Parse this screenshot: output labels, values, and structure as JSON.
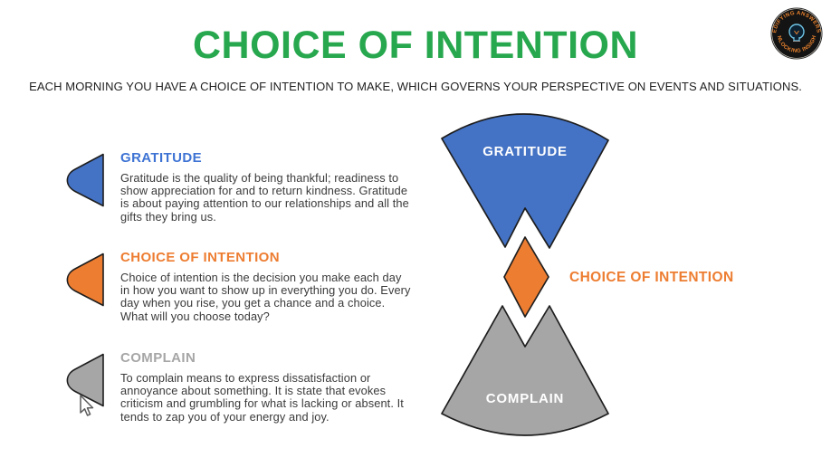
{
  "title": "CHOICE OF INTENTION",
  "subtitle": "EACH MORNING YOU HAVE A CHOICE OF INTENTION TO MAKE, WHICH GOVERNS YOUR PERSPECTIVE ON EVENTS AND SITUATIONS.",
  "colors": {
    "title_green": "#27A74E",
    "title_outline": "#1a1a1a",
    "blue": "#4472C4",
    "blue_heading": "#3E73D4",
    "orange": "#ED7D31",
    "orange_heading": "#ED7D31",
    "gray": "#A6A6A6",
    "gray_heading": "#A6A6A6",
    "body_text": "#3a3a3a",
    "shape_outline": "#1e1e1e",
    "diagram_label_white": "#FFFFFF",
    "logo_text_orange": "#E8822E"
  },
  "sections": [
    {
      "label": "GRATITUDE",
      "color": "#4472C4",
      "heading_color": "#3E73D4",
      "description": "Gratitude is the quality of being thankful; readiness to show appreciation for and to return kindness. Gratitude is about paying attention to our relationships and all the gifts they bring us."
    },
    {
      "label": "CHOICE OF INTENTION",
      "color": "#ED7D31",
      "heading_color": "#ED7D31",
      "description": "Choice of intention is the decision you make each day in how you want to show up in everything you do. Every day when you rise, you get a chance and a choice. What will you choose today?"
    },
    {
      "label": "COMPLAIN",
      "color": "#A6A6A6",
      "heading_color": "#A6A6A6",
      "description": "To complain means to express dissatisfaction or annoyance about something. It is state that evokes criticism and grumbling for what is lacking or absent. It tends to zap you of your energy and joy."
    }
  ],
  "diagram": {
    "top_label": "GRATITUDE",
    "middle_label": "CHOICE OF INTENTION",
    "bottom_label": "COMPLAIN"
  },
  "logo": {
    "top_text": "EDIFYING ANSWERS",
    "bottom_text": "UNLOCKING INSIGHT"
  }
}
